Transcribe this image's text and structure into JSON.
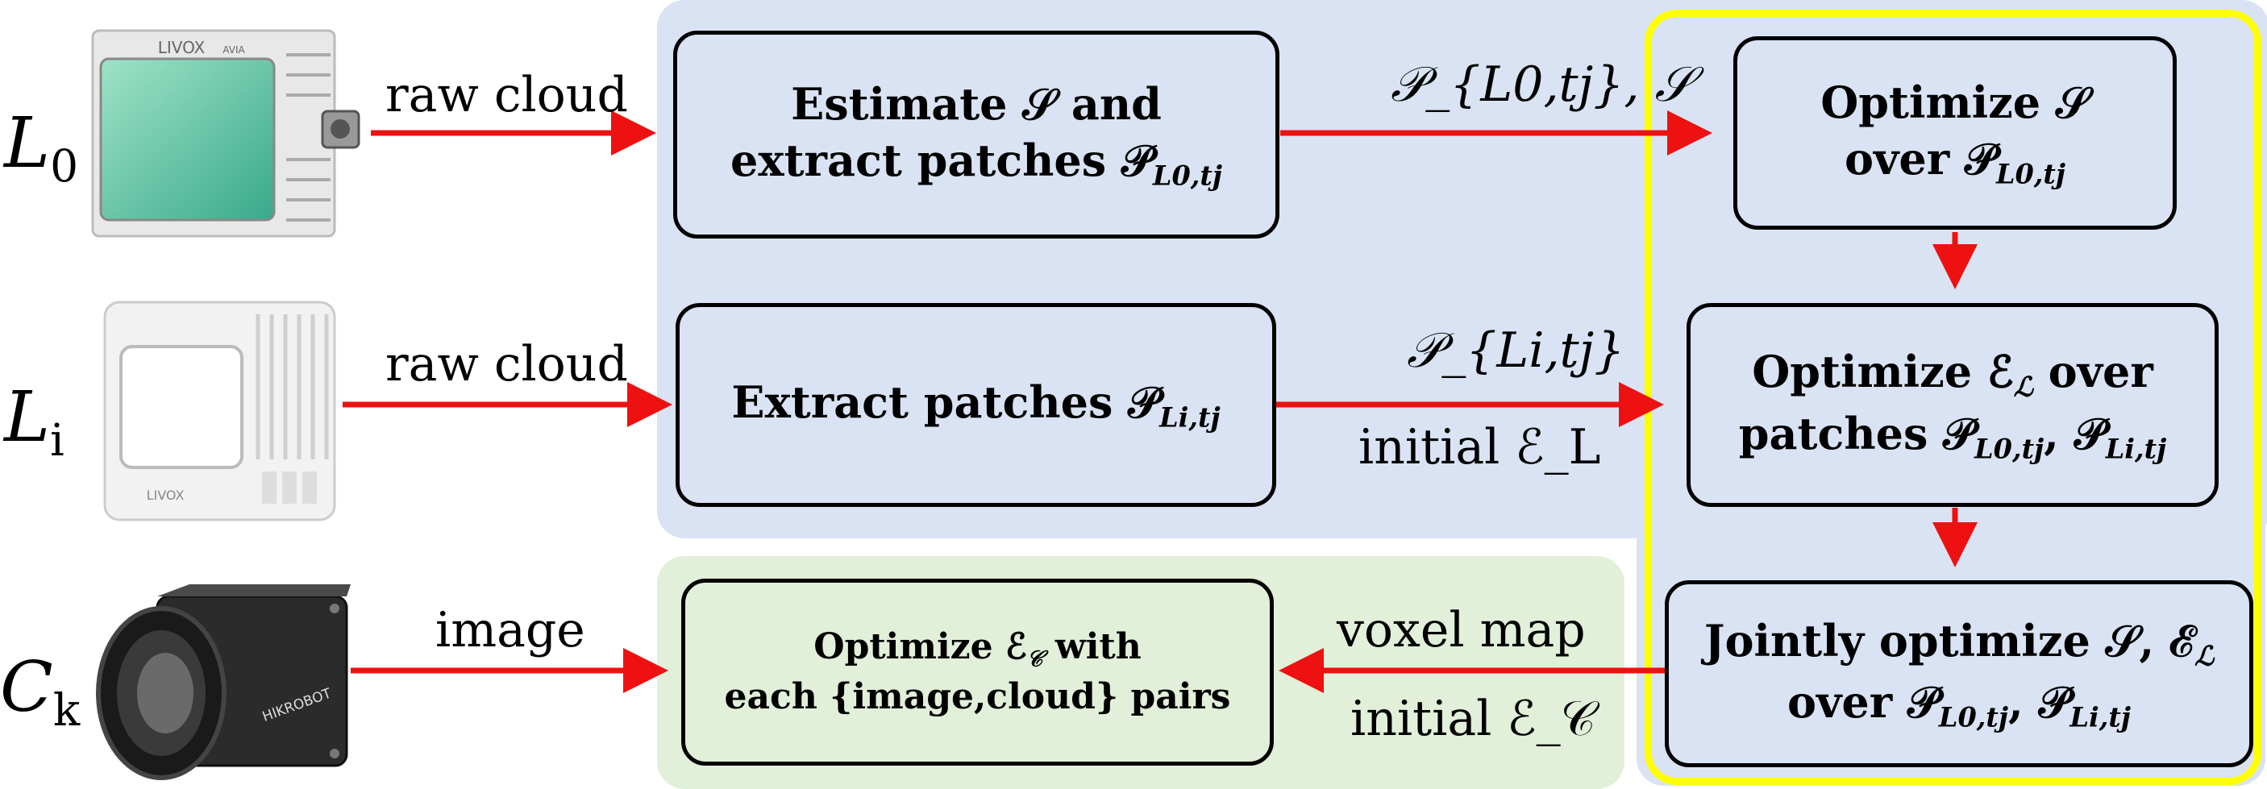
{
  "sensors": {
    "l0": {
      "letter": "L",
      "sub": "0"
    },
    "li": {
      "letter": "L",
      "sub": "i"
    },
    "ck": {
      "letter": "C",
      "sub": "k"
    }
  },
  "edge_labels": {
    "raw_cloud_1": "raw cloud",
    "raw_cloud_2": "raw cloud",
    "image": "image",
    "p_l0_s": "𝒫_{L0,tj}, 𝒮",
    "p_li": "𝒫_{Li,tj}",
    "initial_el": "initial ℰ_L",
    "voxel_map": "voxel map",
    "initial_ec": "initial ℰ_𝒞"
  },
  "boxes": {
    "estimate": {
      "line1": "Estimate 𝒮 and",
      "line2": "extract patches 𝒫",
      "sub": "L0,tj"
    },
    "extract": {
      "line1": "Extract patches 𝒫",
      "sub": "Li,tj"
    },
    "optimize_s": {
      "line1": "Optimize 𝒮",
      "line2": "over 𝒫",
      "sub": "L0,tj"
    },
    "optimize_el": {
      "line1": "Optimize ℰ",
      "sub_l": "ℒ",
      "line1b": "over",
      "line2": "patches 𝒫",
      "sub_a": "L0,tj",
      "sep": ", 𝒫",
      "sub_b": "Li,tj"
    },
    "joint": {
      "line1": "Jointly optimize 𝒮, ℰ",
      "sub_l": "ℒ",
      "line2": "over 𝒫",
      "sub_a": "L0,tj",
      "sep": ", 𝒫",
      "sub_b": "Li,tj"
    },
    "optimize_ec": {
      "line1": "Optimize ℰ",
      "sub_c": "𝒞",
      "line1b": "with",
      "line2": "each {image,cloud} pairs"
    }
  },
  "colors": {
    "arrow": "#ee1111",
    "blue_panel": "#dae3f3",
    "green_panel": "#e2efd9",
    "yellow_frame": "#ffff00"
  },
  "devices": {
    "l0": "livox-avia-lidar",
    "li": "livox-mid-lidar",
    "ck": "hikrobot-camera"
  },
  "device_text": {
    "l0_brand": "LIVOX",
    "l0_model": "AVIA",
    "li_brand": "LIVOX",
    "ck_brand": "HIKROBOT"
  }
}
